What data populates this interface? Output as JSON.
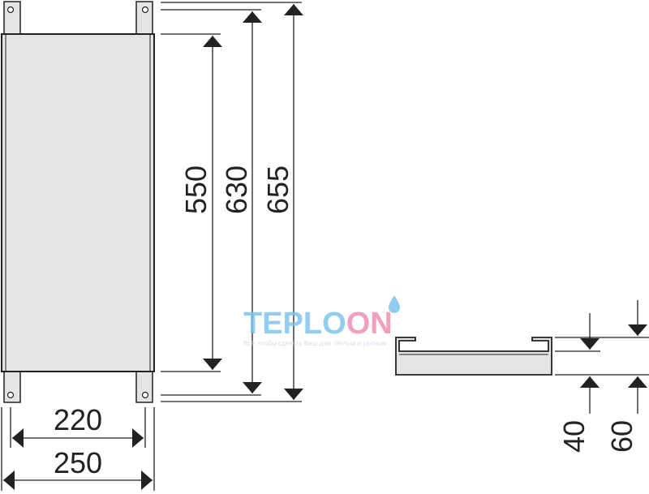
{
  "dimensions": {
    "height_inner": "550",
    "height_mid": "630",
    "height_outer": "655",
    "width_inner": "220",
    "width_outer": "250",
    "profile_small": "40",
    "profile_large": "60"
  },
  "watermark": {
    "brand_part1": "TEPLO",
    "brand_part2": "ON",
    "tagline": "Всё, чтобы сделать Ваш дом тёплым и уютным"
  },
  "colors": {
    "panel_fill": "#e4e4e4",
    "line": "#222222",
    "brand_blue": "#7fc4ee",
    "brand_pink": "#ee8fb3"
  },
  "icons": {
    "arrow": "arrowhead-icon",
    "logo_drop": "water-drop-icon"
  }
}
